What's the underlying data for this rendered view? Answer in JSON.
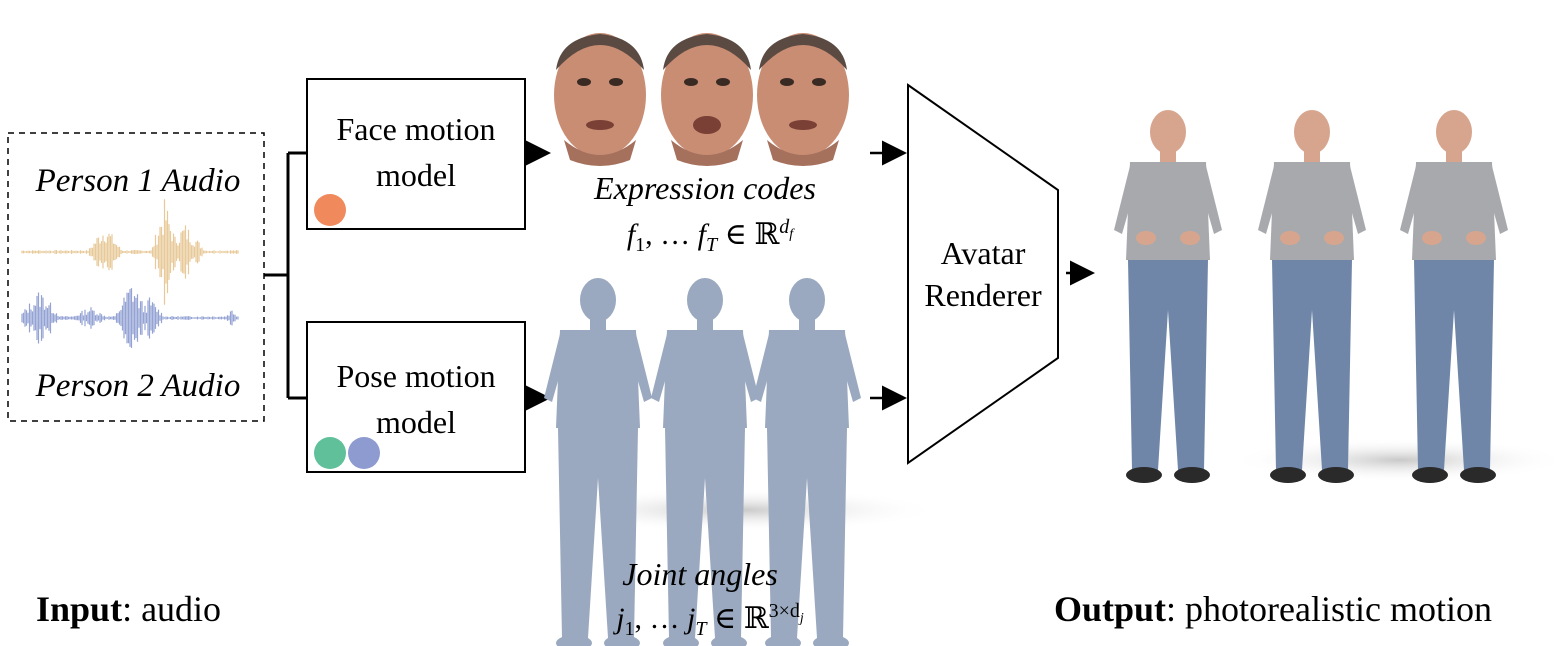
{
  "input": {
    "person1_label": "Person 1 Audio",
    "person2_label": "Person 2 Audio",
    "caption_bold": "Input",
    "caption_rest": ": audio",
    "wave1_color": "#e8c99a",
    "wave2_color": "#94a3d4"
  },
  "face_model": {
    "line1": "Face motion",
    "line2": "model",
    "dot_colors": [
      "#f08a5d"
    ]
  },
  "pose_model": {
    "line1": "Pose motion",
    "line2": "model",
    "dot_colors": [
      "#5fc09a",
      "#8e9bd1"
    ]
  },
  "expression": {
    "label": "Expression codes",
    "formula_main": "f",
    "formula_sub1": "1",
    "formula_sep": ", … ",
    "formula_subT": "T",
    "formula_in": " ∈ ℝ",
    "formula_sup": "d",
    "formula_supsub": "f",
    "face_color": "#c98d74"
  },
  "joints": {
    "label": "Joint angles",
    "formula_main": "j",
    "formula_sub1": "1",
    "formula_sep": ", … ",
    "formula_subT": "T",
    "formula_in": " ∈ ℝ",
    "formula_sup": "3×d",
    "formula_supsub": "j",
    "mesh_color": "#9aa9bf"
  },
  "renderer": {
    "line1": "Avatar",
    "line2": "Renderer"
  },
  "output": {
    "caption_bold": "Output",
    "caption_rest": ": photorealistic motion",
    "shirt_color": "#a7a9ad",
    "jeans_color": "#6f86a8",
    "skin_color": "#d7a58e"
  }
}
